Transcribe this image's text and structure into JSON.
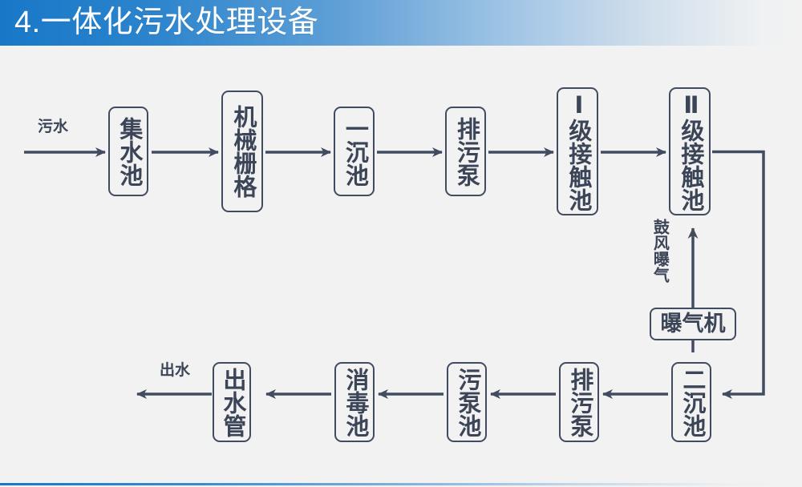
{
  "header": {
    "title": "4.一体化污水处理设备",
    "accent_color": "#1878c8",
    "gradient_end_color": "#f2f2f2"
  },
  "theme": {
    "background": "#f2f2f2",
    "line_color": "#414c61",
    "text_color": "#3b4557"
  },
  "diagram": {
    "type": "flowchart",
    "title": "一体化污水处理设备",
    "inlet_label": "污水",
    "outlet_label": "出水",
    "aeration_label": "鼓风曝气",
    "top_row": [
      {
        "id": "collection-tank",
        "label": "集水池",
        "orientation": "vertical"
      },
      {
        "id": "mechanical-grate",
        "label": "机械栅格",
        "orientation": "vertical"
      },
      {
        "id": "primary-sedimentation-tank",
        "label": "一沉池",
        "orientation": "vertical"
      },
      {
        "id": "sewage-pump-top",
        "label": "排污泵",
        "orientation": "vertical"
      },
      {
        "id": "contact-tank-1",
        "label": "Ⅰ级接触池",
        "orientation": "vertical"
      },
      {
        "id": "contact-tank-2",
        "label": "Ⅱ级接触池",
        "orientation": "vertical"
      }
    ],
    "aerator": {
      "id": "aerator",
      "label": "曝气机",
      "orientation": "horizontal"
    },
    "bottom_row": [
      {
        "id": "secondary-sedimentation-tank",
        "label": "二沉池",
        "orientation": "vertical"
      },
      {
        "id": "sewage-pump-bottom",
        "label": "排污泵",
        "orientation": "vertical"
      },
      {
        "id": "sludge-pump-tank",
        "label": "污泵池",
        "orientation": "vertical"
      },
      {
        "id": "disinfection-tank",
        "label": "消毒池",
        "orientation": "vertical"
      },
      {
        "id": "outlet-pipe",
        "label": "出水管",
        "orientation": "vertical"
      }
    ],
    "flow_sequence": [
      "污水",
      "集水池",
      "机械栅格",
      "一沉池",
      "排污泵",
      "Ⅰ级接触池",
      "Ⅱ级接触池",
      "二沉池",
      "排污泵",
      "污泵池",
      "消毒池",
      "出水管",
      "出水"
    ],
    "aeration_flow": [
      "曝气机",
      "鼓风曝气",
      "Ⅱ级接触池"
    ]
  }
}
